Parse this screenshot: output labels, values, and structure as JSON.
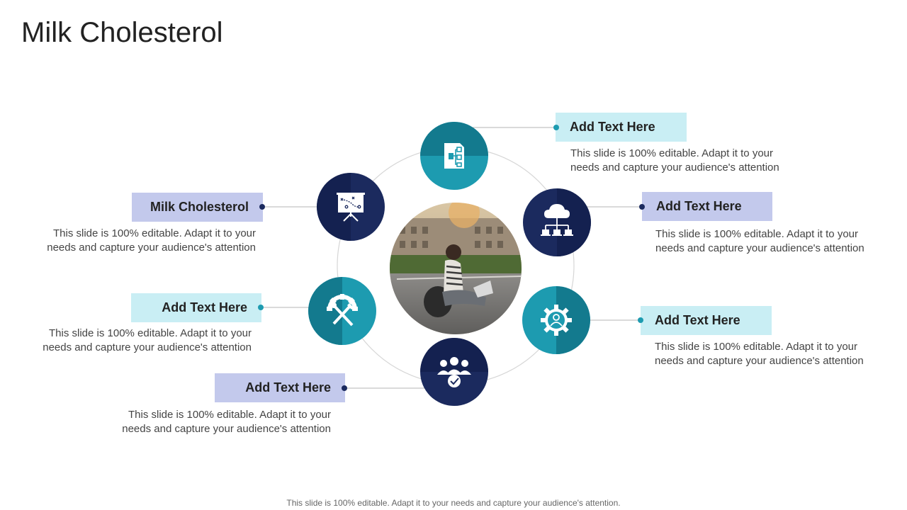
{
  "title": "Milk Cholesterol",
  "footer": "This slide is 100% editable. Adapt it to your needs and capture your audience's attention.",
  "colors": {
    "navy": "#1b2a5e",
    "navy_dark": "#142150",
    "teal": "#1d9bb0",
    "teal_dark": "#137a8e",
    "box_light_teal": "#c9eef4",
    "box_lavender": "#c3c9ec",
    "connector": "#b5b5b5"
  },
  "items": [
    {
      "label": "Add Text Here",
      "desc": "This slide is 100% editable. Adapt it to your needs and capture your audience's attention",
      "icon": "org-chart-document-icon"
    },
    {
      "label": "Add Text Here",
      "desc": "This slide is 100% editable. Adapt it to your needs and capture your audience's attention",
      "icon": "cloud-network-icon"
    },
    {
      "label": "Add Text Here",
      "desc": "This slide is 100% editable. Adapt it to your needs and capture your audience's attention",
      "icon": "gear-user-icon"
    },
    {
      "label": "Add Text Here",
      "desc": "This slide is 100% editable. Adapt it to your needs and capture your audience's attention",
      "icon": "team-check-icon"
    },
    {
      "label": "Add Text Here",
      "desc": "This slide is 100% editable. Adapt it to your needs and capture your audience's attention",
      "icon": "gear-tools-icon"
    },
    {
      "label": "Milk Cholesterol",
      "desc": "This slide is 100% editable. Adapt it to your needs and capture your audience's attention",
      "icon": "strategy-board-icon"
    }
  ]
}
